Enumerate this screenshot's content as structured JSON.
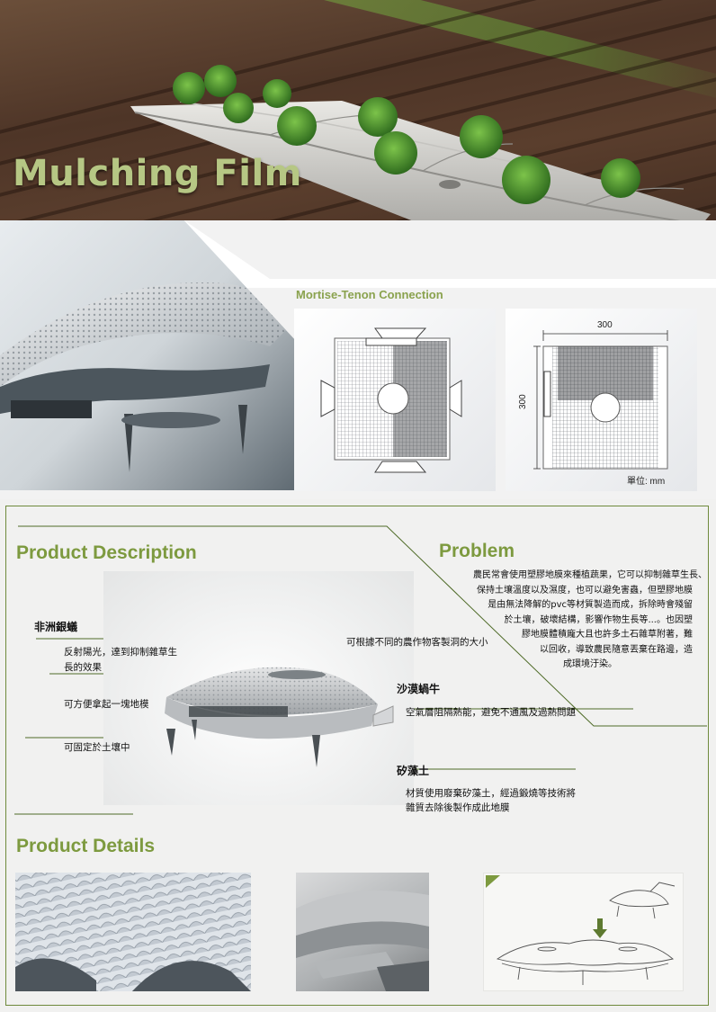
{
  "hero": {
    "title": "Mulching Film"
  },
  "mortise": {
    "title": "Mortise-Tenon Connection",
    "dim_width": "300",
    "dim_height": "300",
    "unit": "單位: mm"
  },
  "description": {
    "title": "Product Description",
    "labels": {
      "silver_ant": "非洲銀蟻",
      "silver_ant_text": "反射陽光，達到抑制雜草生長的效果",
      "easy_pick": "可方便拿起一塊地模",
      "fix_soil": "可固定於土壤中",
      "hole_size": "可根據不同的農作物客製洞的大小",
      "snail": "沙漠蝸牛",
      "snail_text": "空氣層阻隔熱能，避免不通風及過熱問題",
      "diatom": "矽藻土",
      "diatom_text_1": "材質使用廢棄矽藻土，經過鍛燒等技術將",
      "diatom_text_2": "雜質去除後製作成此地膜"
    }
  },
  "problem": {
    "title": "Problem",
    "lines": [
      "農民常會使用塑膠地膜來種植蔬果，它可以抑制雜草生長、",
      "保持土壤溫度以及濕度，也可以避免害蟲，但塑膠地膜",
      "是由無法降解的pvc等材質製造而成，拆除時會殘留",
      "於土壤，破壞結構，影響作物生長等...。也因塑",
      "膠地膜體積龐大且也許多土石雜草附著，難",
      "以回收，導致農民隨意丟棄在路邊，造",
      "成環境汙染。"
    ]
  },
  "details": {
    "title": "Product Details"
  },
  "colors": {
    "accent": "#7d9a3f",
    "title_light": "#b6c784",
    "line": "#6f8a3c"
  }
}
